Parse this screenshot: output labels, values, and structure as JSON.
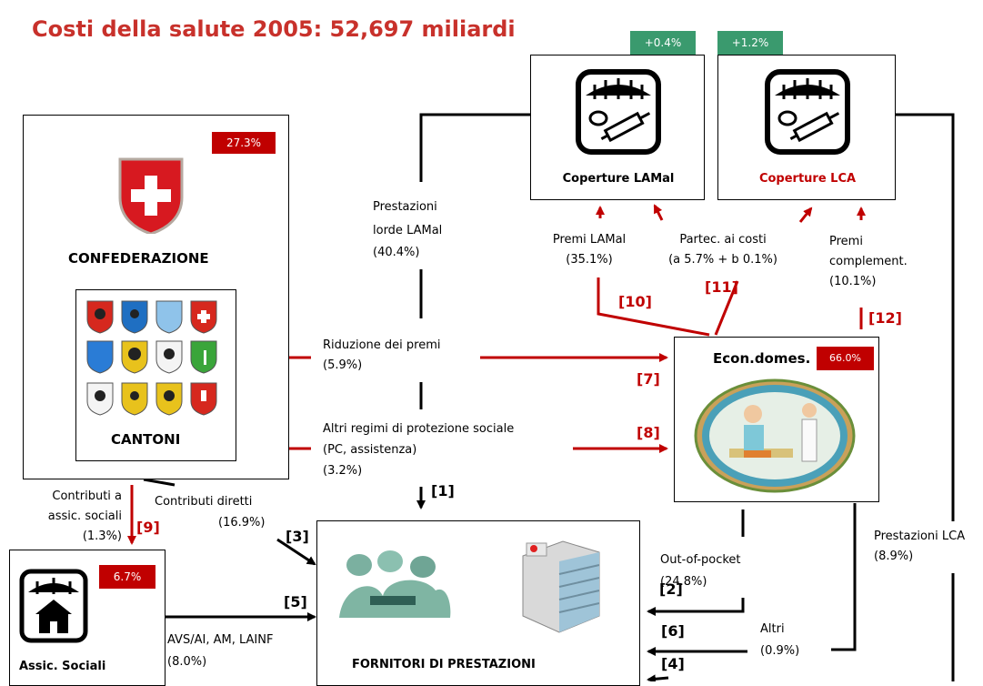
{
  "title": "Costi della salute 2005: 52,697 miliardi",
  "confederazione": {
    "badge": "27.3%",
    "label": "CONFEDERAZIONE"
  },
  "cantoni": {
    "label": "CANTONI"
  },
  "coperture_lamal": {
    "badge": "+0.4%",
    "label": "Coperture LAMal"
  },
  "coperture_lca": {
    "badge": "+1.2%",
    "label": "Coperture LCA"
  },
  "econ_domes": {
    "badge": "66.0%",
    "label": "Econ.domes."
  },
  "assic_sociali": {
    "badge": "6.7%",
    "label": "Assic. Sociali"
  },
  "fornitori": {
    "label": "FORNITORI DI PRESTAZIONI"
  },
  "flows": {
    "prestazioni_lamal": [
      "Prestazioni",
      "lorde LAMal",
      "(40.4%)"
    ],
    "premi_lamal": [
      "Premi LAMal",
      "(35.1%)"
    ],
    "partec_costi": [
      "Partec. ai costi",
      "(a 5.7% + b 0.1%)"
    ],
    "premi_compl": [
      "Premi",
      "complement.",
      "(10.1%)"
    ],
    "riduzione": [
      "Riduzione dei premi",
      "(5.9%)"
    ],
    "altri_regimi": [
      "Altri regimi di protezione sociale",
      "(PC, assistenza)",
      "(3.2%)"
    ],
    "contributi_assic": [
      "Contributi a",
      "assic. sociali",
      "(1.3%)"
    ],
    "contributi_diretti": [
      "Contributi diretti",
      "(16.9%)"
    ],
    "avs": [
      "AVS/AI, AM, LAINF",
      "(8.0%)"
    ],
    "out_of_pocket": [
      "Out-of-pocket",
      "(24.8%)"
    ],
    "altri": [
      "Altri",
      "(0.9%)"
    ],
    "prestazioni_lca": [
      "Prestazioni LCA",
      "(8.9%)"
    ]
  },
  "refs": {
    "r1": "[1]",
    "r2": "[2]",
    "r3": "[3]",
    "r4": "[4]",
    "r5": "[5]",
    "r6": "[6]",
    "r7": "[7]",
    "r8": "[8]",
    "r9": "[9]",
    "r10": "[10]",
    "r11": "[11]",
    "r12": "[12]"
  },
  "colors": {
    "title": "#c8312b",
    "accent_red": "#c00000",
    "accent_green": "#3a9a6e"
  }
}
